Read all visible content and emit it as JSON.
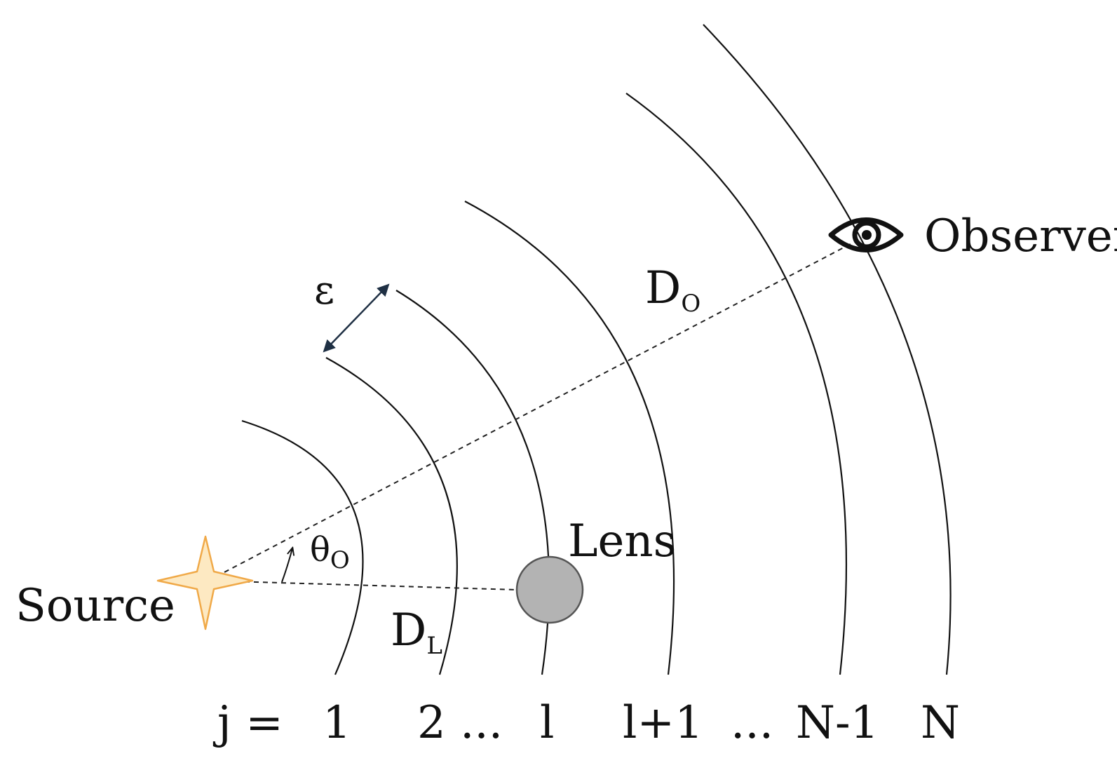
{
  "labels": {
    "source": "Source",
    "observer": "Observer",
    "lens": "Lens",
    "epsilon": "ε",
    "d_o_main": "D",
    "d_o_sub": "O",
    "d_l_main": "D",
    "d_l_sub": "L",
    "theta_main": "θ",
    "theta_sub": "O"
  },
  "index_row": {
    "prefix": "j =",
    "items": [
      "1",
      "2 ...",
      "l",
      "l+1",
      "...",
      "N-1",
      "N"
    ]
  },
  "colors": {
    "lines": "#111111",
    "star_fill": "#fde9c2",
    "star_stroke": "#f0a948",
    "lens_fill": "#b3b3b3",
    "lens_stroke": "#555555",
    "arrow": "#1f3044"
  },
  "icons": {
    "observer": "eye-icon",
    "source": "star-icon"
  }
}
